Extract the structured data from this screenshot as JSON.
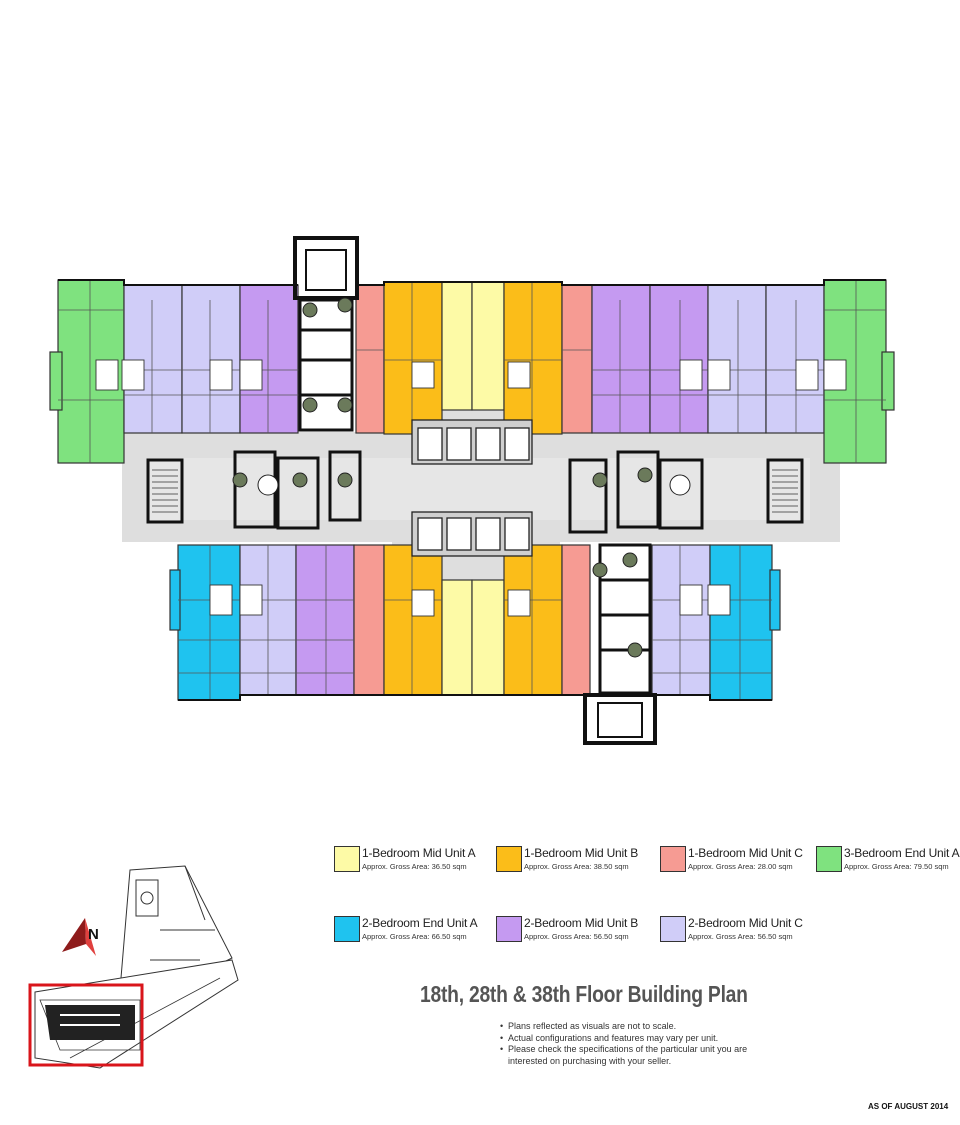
{
  "legend": [
    {
      "key": "1bed-a",
      "name": "1-Bedroom Mid Unit A",
      "area": "Approx. Gross Area: 36.50 sqm",
      "color": "#fdfaa6"
    },
    {
      "key": "1bed-b",
      "name": "1-Bedroom Mid Unit B",
      "area": "Approx. Gross Area: 38.50 sqm",
      "color": "#fbbd19"
    },
    {
      "key": "1bed-c",
      "name": "1-Bedroom Mid Unit C",
      "area": "Approx. Gross Area: 28.00 sqm",
      "color": "#f69b93"
    },
    {
      "key": "3bed-end-a",
      "name": "3-Bedroom End Unit A",
      "area": "Approx. Gross Area: 79.50 sqm",
      "color": "#7fe27f"
    },
    {
      "key": "2bed-end-a",
      "name": "2-Bedroom End Unit A",
      "area": "Approx. Gross Area: 66.50 sqm",
      "color": "#1fc3ef"
    },
    {
      "key": "2bed-b",
      "name": "2-Bedroom Mid Unit B",
      "area": "Approx. Gross Area: 56.50 sqm",
      "color": "#c59af1"
    },
    {
      "key": "2bed-c",
      "name": "2-Bedroom Mid Unit C",
      "area": "Approx. Gross Area: 56.50 sqm",
      "color": "#d0cdf8"
    }
  ],
  "title": "18th, 28th & 38th Floor Building Plan",
  "notes": [
    "Plans reflected as visuals are not to scale.",
    "Actual configurations and features may vary per unit.",
    "Please check the specifications of the particular unit you are interested on purchasing with your seller."
  ],
  "as_of": "AS OF AUGUST 2014",
  "north": "N",
  "colors": {
    "corridor": "#dedede",
    "wall": "#111111",
    "highlight": "#d9151b",
    "compass": "#c7282a"
  }
}
